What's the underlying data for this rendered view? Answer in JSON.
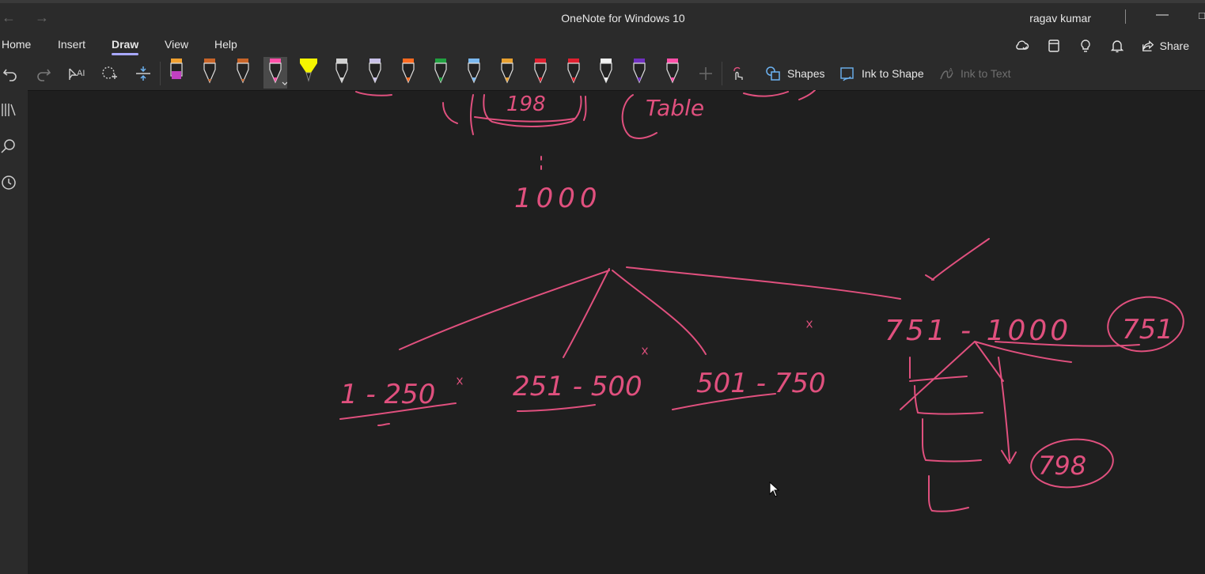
{
  "window": {
    "title": "OneNote for Windows 10",
    "user": "ragav kumar"
  },
  "menu": {
    "tabs": [
      "Home",
      "Insert",
      "Draw",
      "View",
      "Help"
    ],
    "active_tab": "Draw",
    "share_label": "Share"
  },
  "ribbon": {
    "shapes_label": "Shapes",
    "ink_to_shape_label": "Ink to Shape",
    "ink_to_text_label": "Ink to Text",
    "pens": [
      {
        "type": "pen",
        "color": "#c040c0"
      },
      {
        "type": "pencil",
        "color": "#c86428"
      },
      {
        "type": "pencil",
        "color": "#c86428"
      },
      {
        "type": "pen",
        "color": "#ff4fa8",
        "selected": true
      },
      {
        "type": "highlighter",
        "color": "#f5f500"
      },
      {
        "type": "pen",
        "color": "#d0d0d0"
      },
      {
        "type": "pen",
        "color": "#c8c0e8"
      },
      {
        "type": "pen",
        "color": "#ff6a20"
      },
      {
        "type": "pen",
        "color": "#20a040"
      },
      {
        "type": "pen",
        "color": "#7ab8f0"
      },
      {
        "type": "pen",
        "color": "#e8a030"
      },
      {
        "type": "pen",
        "color": "#e02030"
      },
      {
        "type": "pen",
        "color": "#e02030"
      },
      {
        "type": "pen",
        "color": "#f0f0f0"
      },
      {
        "type": "pen",
        "color": "#7030c0"
      },
      {
        "type": "pen",
        "color": "#ff4fa8"
      }
    ]
  },
  "ink": {
    "color": "#e0507e",
    "texts": [
      "1 - 250",
      "251 - 500",
      "501 - 750",
      "751 - 1000",
      "751",
      "798",
      "1000",
      "198",
      "Table"
    ]
  }
}
